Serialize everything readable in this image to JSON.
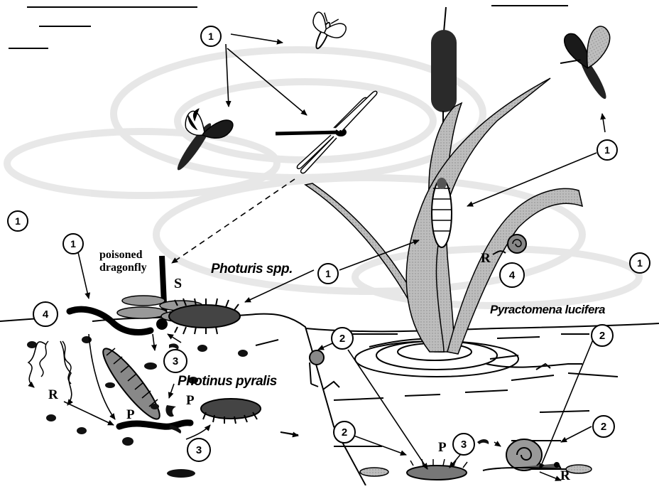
{
  "stage_markers": {
    "one": "1",
    "two": "2",
    "three": "3",
    "four": "4"
  },
  "letters": {
    "s": "S",
    "r": "R",
    "p": "P"
  },
  "labels": {
    "poisoned_line1": "poisoned",
    "poisoned_line2": "dragonfly",
    "photuris": "Photuris spp.",
    "pyractomena": "Pyractomena lucifera",
    "photinus": "Photinus pyralis"
  }
}
